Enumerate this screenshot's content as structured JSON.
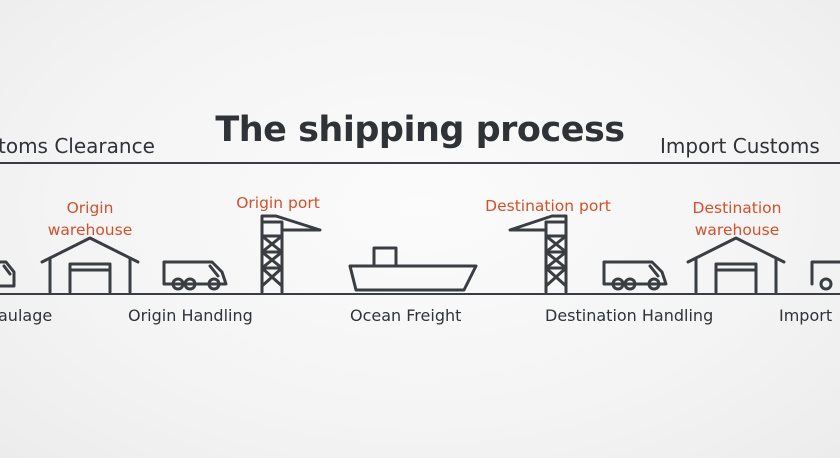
{
  "title": "The shipping process",
  "top_labels": {
    "left": "toms Clearance",
    "right": "Import Customs"
  },
  "stage_labels": {
    "origin_warehouse": "Origin\nwarehouse",
    "origin_port": "Origin port",
    "destination_port": "Destination port",
    "destination_warehouse": "Destination\nwarehouse"
  },
  "bottom_labels": {
    "haulage": "aulage",
    "origin_handling": "Origin Handling",
    "ocean_freight": "Ocean Freight",
    "destination_handling": "Destination Handling",
    "import": "Import"
  },
  "colors": {
    "text_dark": "#2f3338",
    "accent": "#d4502a",
    "line": "#3a3d42"
  }
}
